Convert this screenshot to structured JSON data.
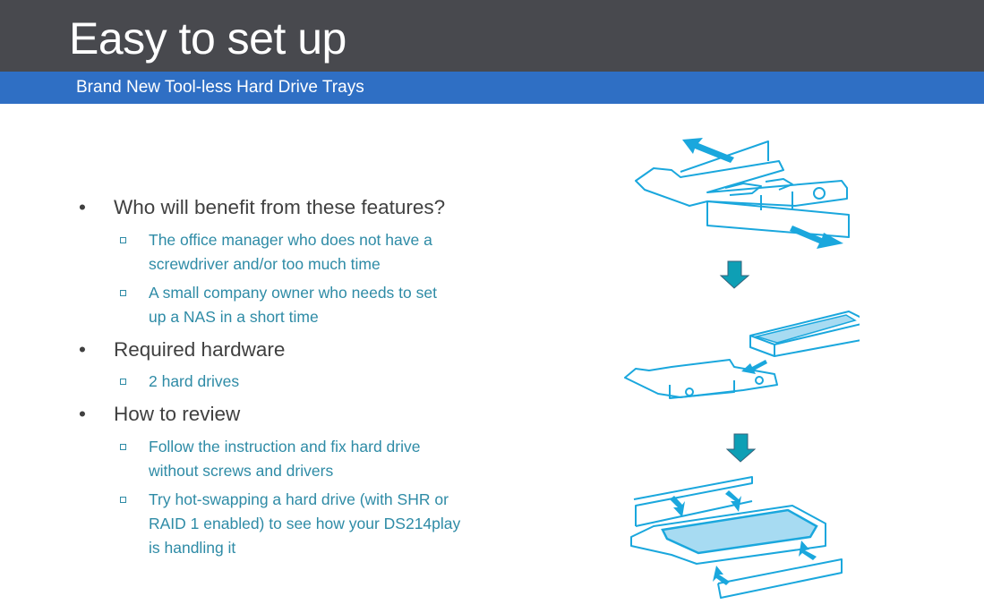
{
  "header": {
    "title": "Easy to set up",
    "subtitle": "Brand New Tool-less Hard Drive Trays"
  },
  "bullets": [
    {
      "text": "Who will benefit from these features?",
      "subs": [
        {
          "lines": [
            "The office manager who does not have a",
            "screwdriver and/or too much time"
          ]
        },
        {
          "lines": [
            "A small company owner who needs to set",
            "up a NAS in a short time"
          ]
        }
      ]
    },
    {
      "text": "Required hardware",
      "subs": [
        {
          "lines": [
            "2 hard drives"
          ]
        }
      ]
    },
    {
      "text": "How to review",
      "subs": [
        {
          "lines": [
            "Follow the instruction and fix hard drive",
            "without screws and drivers"
          ]
        },
        {
          "lines": [
            "Try hot-swapping a hard drive (with SHR or",
            "RAID 1 enabled) to see how your DS214play",
            "is handling it"
          ]
        }
      ]
    }
  ],
  "bullet_glyph": "•",
  "colors": {
    "header": "#48494e",
    "accent_bar": "#2f6fc4",
    "sub_text": "#2e8ba6",
    "line_art": "#1aa7dd",
    "step_arrow": "#0e9fb5"
  }
}
